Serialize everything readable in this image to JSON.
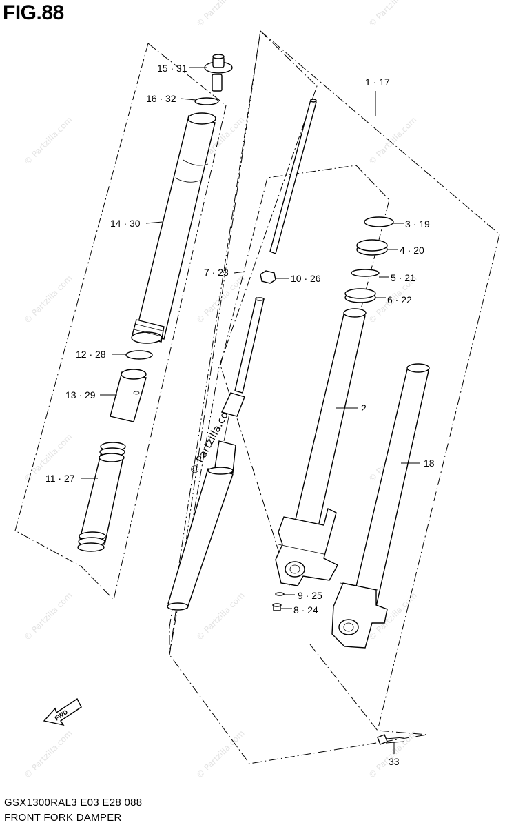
{
  "figure": {
    "title": "FIG.88"
  },
  "footer": {
    "model_code": "GSX1300RAL3  E03  E28  088",
    "caption": "FRONT FORK DAMPER"
  },
  "watermark": {
    "text": "© Partzilla.com"
  },
  "fwd_label": "FWD",
  "callouts": [
    {
      "id": "15-31",
      "text": "15 · 31"
    },
    {
      "id": "16-32",
      "text": "16 · 32"
    },
    {
      "id": "1-17",
      "text": "1 · 17"
    },
    {
      "id": "14-30",
      "text": "14 · 30"
    },
    {
      "id": "3-19",
      "text": "3 · 19"
    },
    {
      "id": "4-20",
      "text": "4 · 20"
    },
    {
      "id": "7-23",
      "text": "7 · 23"
    },
    {
      "id": "10-26",
      "text": "10 · 26"
    },
    {
      "id": "5-21",
      "text": "5 · 21"
    },
    {
      "id": "6-22",
      "text": "6 · 22"
    },
    {
      "id": "12-28",
      "text": "12 · 28"
    },
    {
      "id": "13-29",
      "text": "13 · 29"
    },
    {
      "id": "2",
      "text": "2"
    },
    {
      "id": "18",
      "text": "18"
    },
    {
      "id": "11-27",
      "text": "11 · 27"
    },
    {
      "id": "9-25",
      "text": "9 · 25"
    },
    {
      "id": "8-24",
      "text": "8 · 24"
    },
    {
      "id": "33",
      "text": "33"
    }
  ]
}
